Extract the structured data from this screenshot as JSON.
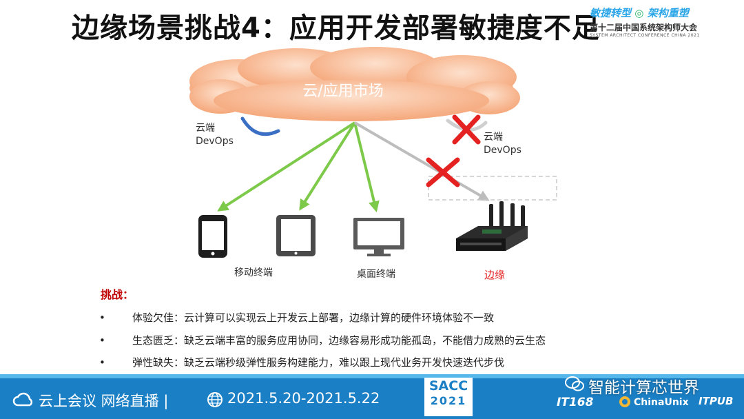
{
  "slide": {
    "title": "边缘场景挑战4：应用开发部署敏捷度不足"
  },
  "brand": {
    "tagline_left": "敏捷转型",
    "tagline_sep": "◎",
    "tagline_right": "架构重塑",
    "conference_cn": "第十二届中国系统架构师大会",
    "conference_en": "SYSTEM ARCHITECT CONFERENCE CHINA 2021"
  },
  "diagram": {
    "cloud_label": "云/应用市场",
    "devops_left_line1": "云端",
    "devops_left_line2": "DevOps",
    "devops_right_line1": "云端",
    "devops_right_line2": "DevOps",
    "device_mobile": "移动终端",
    "device_desktop": "桌面终端",
    "device_edge": "边缘",
    "icons": [
      "cloud-shape",
      "mobile-phone-icon",
      "tablet-icon",
      "monitor-icon",
      "edge-router-icon",
      "cross-mark-icon"
    ],
    "colors": {
      "arrow_green": "#7dc94a",
      "arrow_gray": "#bdbdbd",
      "cross_red": "#e52222",
      "cloud_fill": "#f8b68e",
      "devops_blue": "#3a6fc4",
      "edge_label": "#e52222"
    }
  },
  "challenges": {
    "heading": "挑战：",
    "items": [
      {
        "bullet": "•",
        "text": "体验欠佳：云计算可以实现云上开发云上部署，边缘计算的硬件环境体验不一致"
      },
      {
        "bullet": "•",
        "text": "生态匮乏：缺乏云端丰富的服务应用协同，边缘容易形成功能孤岛，不能借力成熟的云生态"
      },
      {
        "bullet": "•",
        "text": "弹性缺失：缺乏云端秒级弹性服务构建能力，难以跟上现代业务开发快速迭代步伐"
      }
    ]
  },
  "footer": {
    "meeting": "云上会议 网络直播 |",
    "dates": "2021.5.20-2021.5.22",
    "sacc_name": "SACC",
    "sacc_year": "2021",
    "logo_it168": "IT168",
    "logo_chinaunix": "ChinaUnix",
    "logo_itpub": "ITPUB",
    "watermark": "智能计算芯世界",
    "colors": {
      "bar": "#1a7fc4",
      "accent": "#55b7ea"
    }
  }
}
